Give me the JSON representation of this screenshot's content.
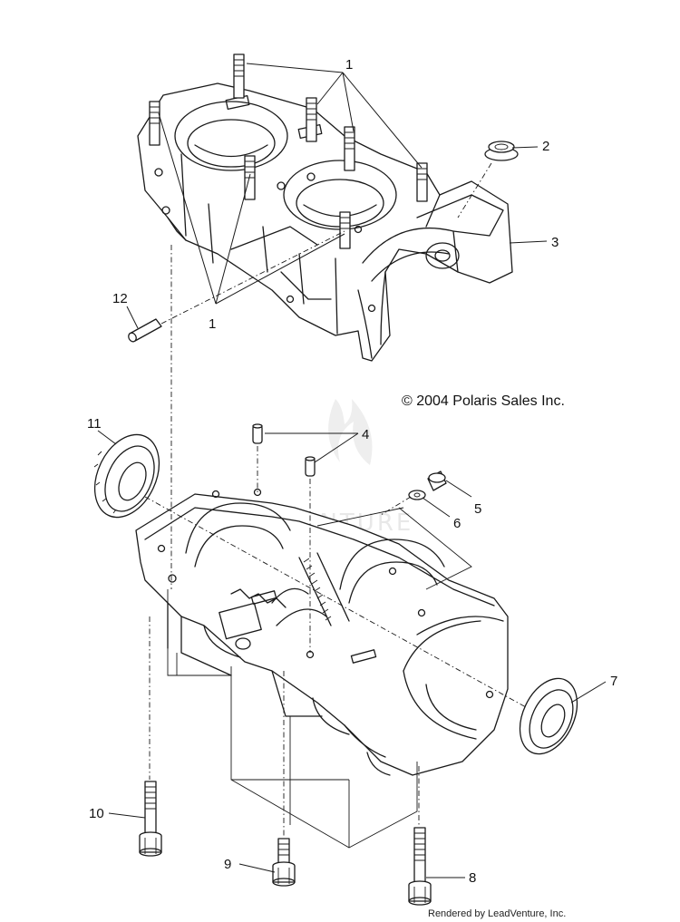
{
  "callouts": [
    {
      "id": "1",
      "text": "1"
    },
    {
      "id": "1b",
      "text": "1"
    },
    {
      "id": "2",
      "text": "2"
    },
    {
      "id": "3",
      "text": "3"
    },
    {
      "id": "4",
      "text": "4"
    },
    {
      "id": "5",
      "text": "5"
    },
    {
      "id": "6",
      "text": "6"
    },
    {
      "id": "7",
      "text": "7"
    },
    {
      "id": "8",
      "text": "8"
    },
    {
      "id": "9",
      "text": "9"
    },
    {
      "id": "10",
      "text": "10"
    },
    {
      "id": "11",
      "text": "11"
    },
    {
      "id": "12",
      "text": "12"
    }
  ],
  "copyright": "© 2004 Polaris Sales Inc.",
  "credit": "Rendered by LeadVenture, Inc.",
  "watermark": "LEADVENTURE",
  "colors": {
    "line": "#1a1a1a",
    "background": "#ffffff",
    "watermark": "#d6d6d6"
  }
}
